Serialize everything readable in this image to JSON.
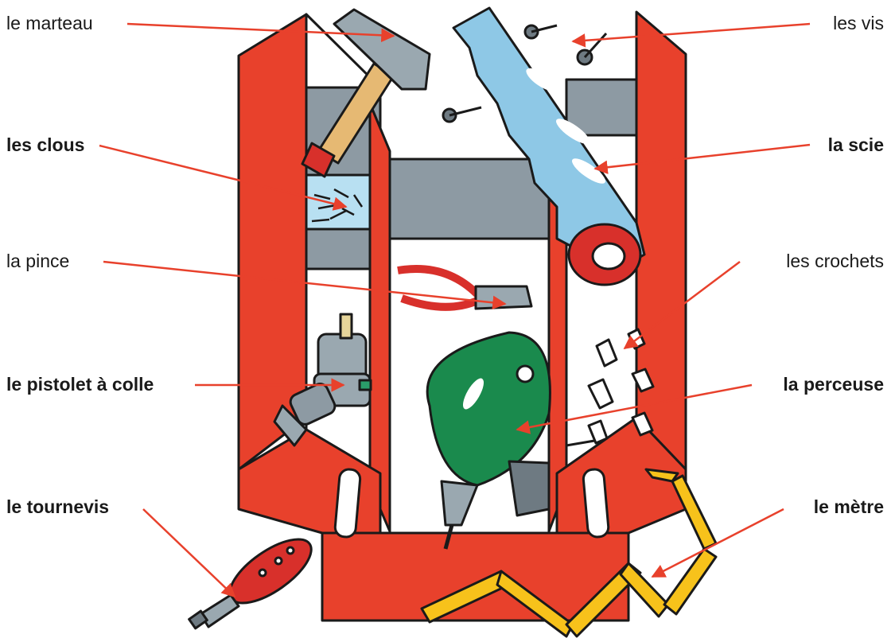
{
  "colors": {
    "box_red": "#e8412c",
    "box_red_dark": "#c73220",
    "arrow": "#e8412c",
    "shelf_grey": "#8d9aa3",
    "saw_blue": "#8ec8e6",
    "tape_yellow": "#f7c21b",
    "drill_green": "#1a8a4d",
    "wood": "#e6b973"
  },
  "labels": {
    "hammer": "le marteau",
    "nails": "les clous",
    "pliers": "la pince",
    "glue_gun": "le pistolet à colle",
    "screwdriver": "le tournevis",
    "screws": "les vis",
    "saw": "la scie",
    "hooks": "les crochets",
    "drill": "la perceuse",
    "tape_measure": "le mètre"
  }
}
